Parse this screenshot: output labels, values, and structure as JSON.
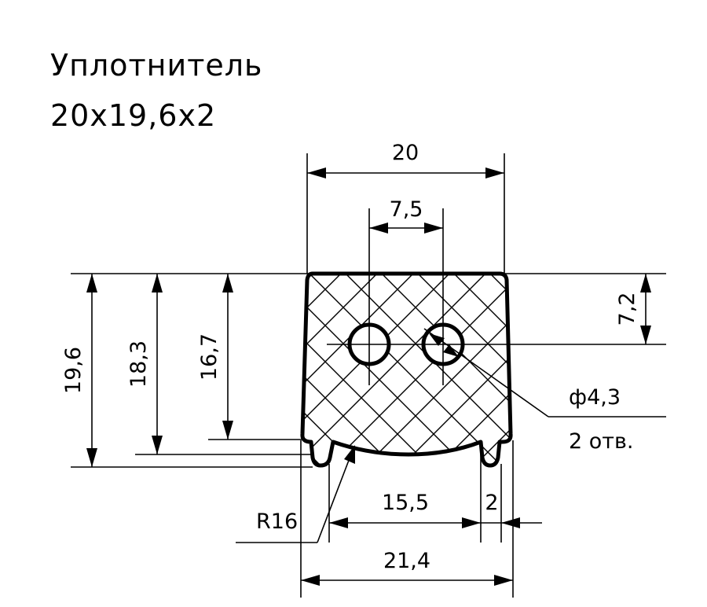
{
  "title": {
    "name": "Уплотнитель",
    "size": "20х19,6х2"
  },
  "dimensions": {
    "width_top": "20",
    "hole_spacing": "7,5",
    "height_total": "19,6",
    "height_mid": "18,3",
    "height_body": "16,7",
    "hole_offset": "7,2",
    "hole_diameter": "ф4,3",
    "hole_count": "2 отв.",
    "radius": "R16",
    "inner_width": "15,5",
    "lip_width": "2",
    "width_bottom": "21,4"
  },
  "colors": {
    "line": "#000000",
    "background": "#ffffff"
  }
}
